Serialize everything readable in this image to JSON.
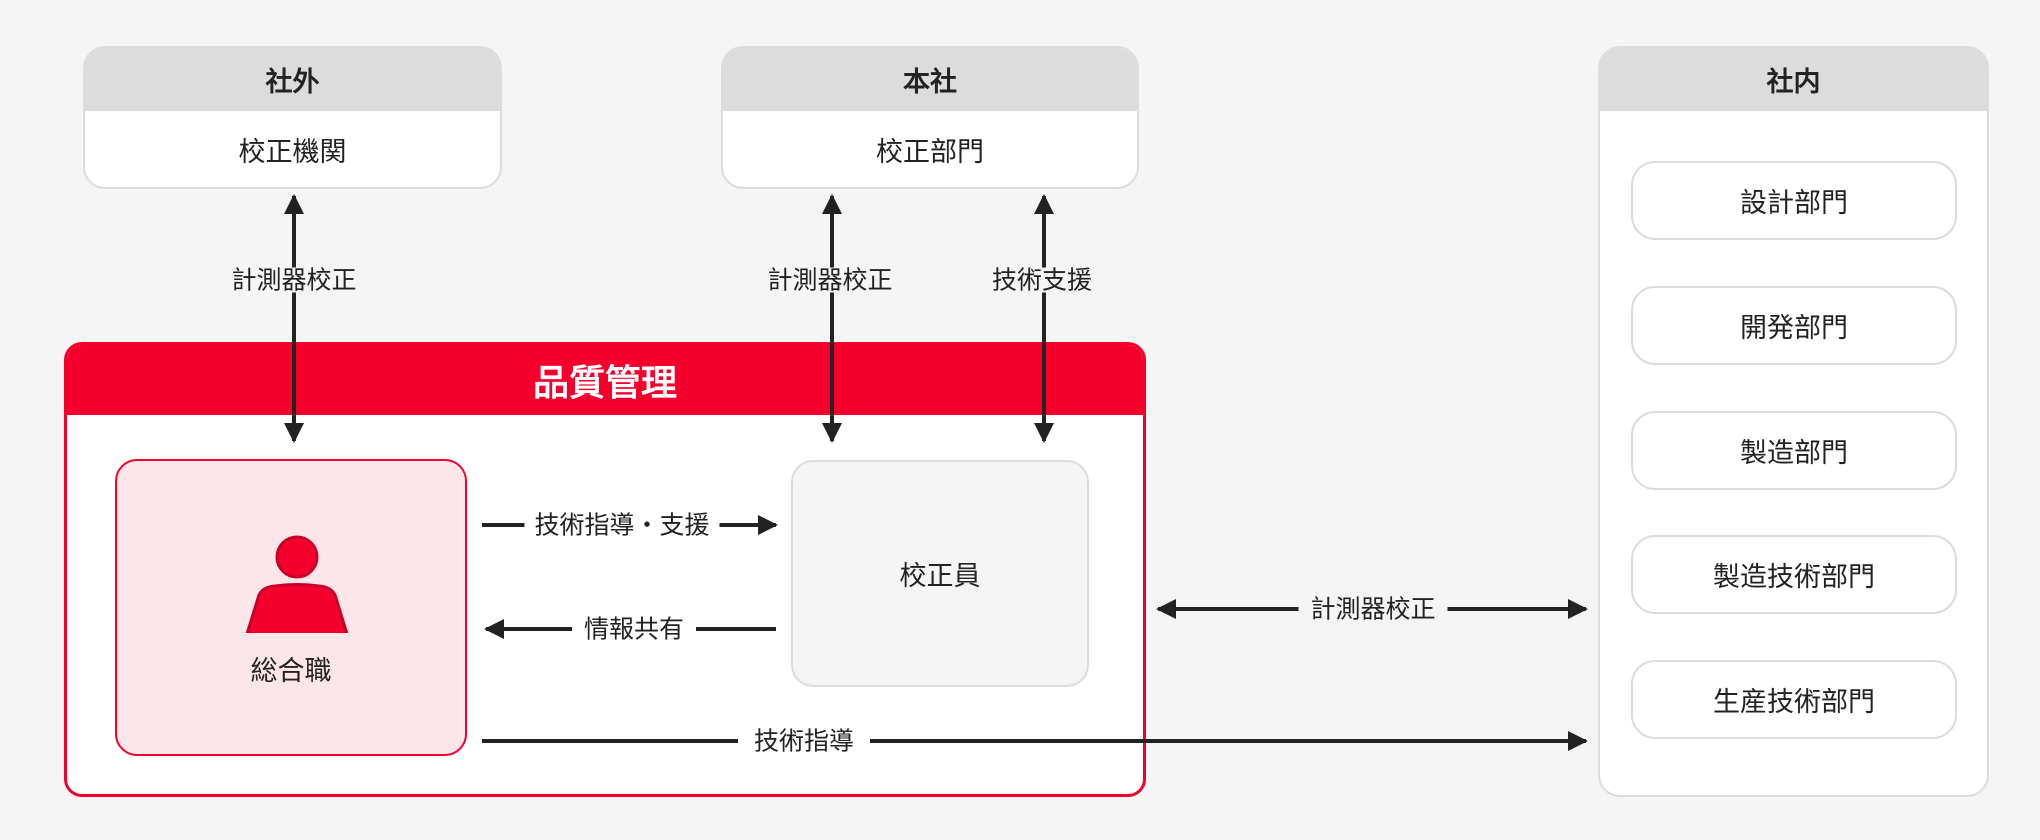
{
  "nodes": {
    "external": {
      "header": "社外",
      "body": "校正機関"
    },
    "head_office": {
      "header": "本社",
      "body": "校正部門"
    },
    "internal": {
      "header": "社内",
      "departments": [
        "設計部門",
        "開発部門",
        "製造部門",
        "製造技術部門",
        "生産技術部門"
      ]
    },
    "quality": {
      "title": "品質管理",
      "generalist": {
        "label": "総合職",
        "icon": "person-icon"
      },
      "calibrator": {
        "label": "校正員"
      }
    }
  },
  "edges": {
    "external_calibration": "計測器校正",
    "head_calibration": "計測器校正",
    "head_support": "技術支援",
    "guidance_support": "技術指導・支援",
    "info_share": "情報共有",
    "internal_calibration": "計測器校正",
    "tech_guidance": "技術指導"
  },
  "colors": {
    "accent": "#F5002D",
    "accent_light": "#FDE6EA",
    "header_grey": "#DCDCDC",
    "arrow": "#222222",
    "background": "#F5F5F5"
  }
}
